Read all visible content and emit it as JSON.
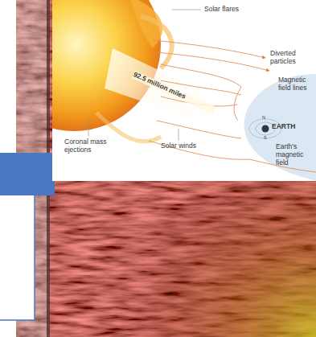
{
  "diagram": {
    "labels": [
      "Solar flares",
      "92.5 million miles",
      "Diverted particles",
      "Magnetic field lines",
      "N",
      "EARTH",
      "S",
      "Earth's magnetic field",
      "Coronal mass ejections",
      "Solar winds"
    ]
  }
}
